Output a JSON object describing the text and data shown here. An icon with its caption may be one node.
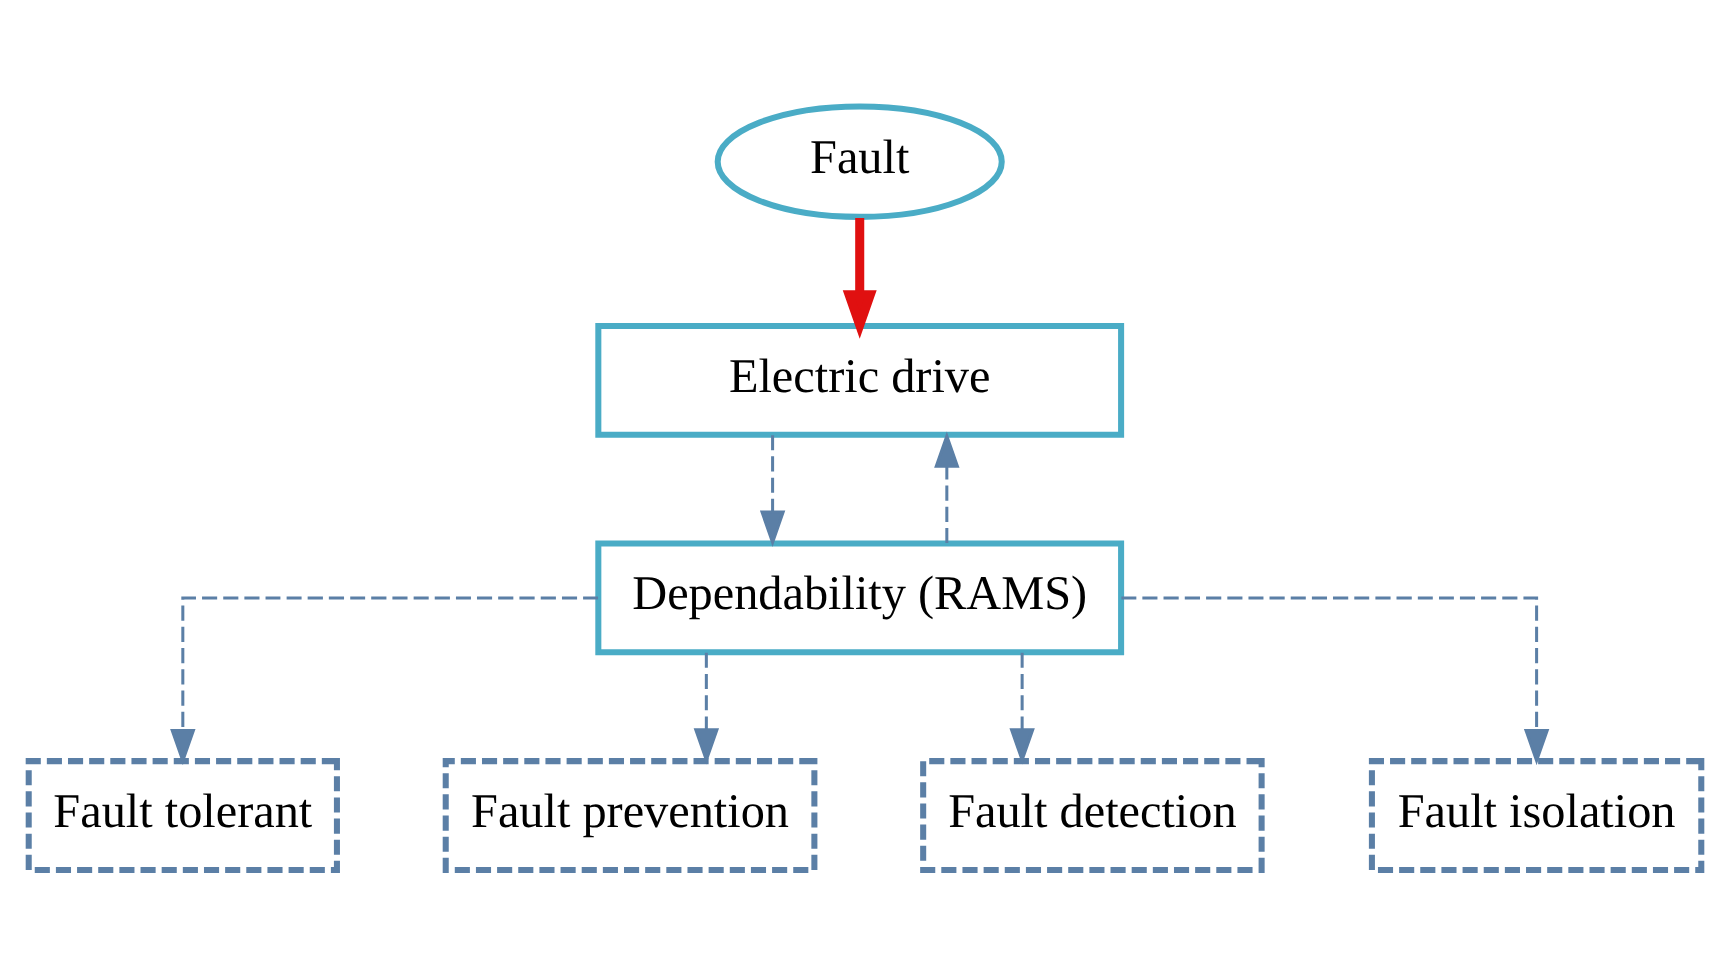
{
  "diagram": {
    "nodes": [
      {
        "text": [
          "Fault"
        ]
      },
      {
        "text": [
          "Electric drive"
        ]
      },
      {
        "text": [
          "Dependability (RAMS)"
        ]
      },
      {
        "text": [
          "Fault tolerant"
        ]
      },
      {
        "text": [
          "Fault prevention"
        ]
      },
      {
        "text": [
          "Fault detection"
        ]
      },
      {
        "text": [
          "Fault isolation"
        ]
      }
    ],
    "edges": [
      {
        "from": 0,
        "to": 1,
        "arrow": "to",
        "style": "thick",
        "color": "#e01010"
      },
      {
        "from": 1,
        "to": 2,
        "arrow": "to",
        "style": "dashed"
      },
      {
        "from": 2,
        "to": 1,
        "arrow": "to",
        "style": "dashed"
      },
      {
        "from": 2,
        "to": 3,
        "arrow": "to",
        "style": "dashed"
      },
      {
        "from": 2,
        "to": 4,
        "arrow": "to",
        "style": "dashed"
      },
      {
        "from": 2,
        "to": 5,
        "arrow": "to",
        "style": "dashed"
      },
      {
        "from": 2,
        "to": 6,
        "arrow": "to",
        "style": "dashed"
      }
    ]
  }
}
